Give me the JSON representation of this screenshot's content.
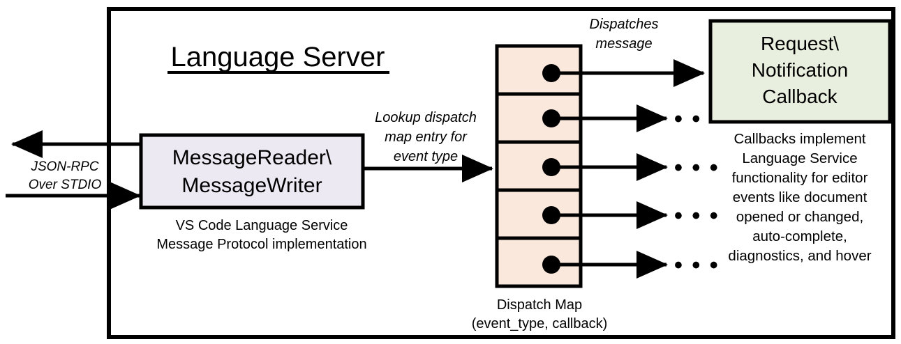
{
  "diagram": {
    "title": "Language Server",
    "outer_frame": {
      "name": "language-server-boundary"
    },
    "colors": {
      "reader_box_fill": "#ece9f2",
      "dispatch_cell_fill": "#fbe8dc",
      "callback_box_fill": "#e9efdf",
      "stroke": "#000000",
      "background": "#ffffff"
    },
    "transport": {
      "label_line1": "JSON-RPC",
      "label_line2": "Over STDIO",
      "outbound_arrow_name": "jsonrpc-outbound-arrow",
      "inbound_arrow_name": "jsonrpc-inbound-arrow"
    },
    "reader_box": {
      "line1": "MessageReader\\",
      "line2": "MessageWriter",
      "caption_line1": "VS Code Language Service",
      "caption_line2": "Message Protocol implementation"
    },
    "lookup_label": {
      "line1": "Lookup dispatch",
      "line2": "map entry for",
      "line3": "event type"
    },
    "dispatch_map": {
      "caption_line1": "Dispatch Map",
      "caption_line2": "(event_type, callback)",
      "rows": [
        {
          "index": 0,
          "has_callback_box": true,
          "ellipsis": ""
        },
        {
          "index": 1,
          "has_callback_box": false,
          "ellipsis": "• • •"
        },
        {
          "index": 2,
          "has_callback_box": false,
          "ellipsis": "• • •"
        },
        {
          "index": 3,
          "has_callback_box": false,
          "ellipsis": "• • •"
        },
        {
          "index": 4,
          "has_callback_box": false,
          "ellipsis": "• • •"
        }
      ]
    },
    "dispatch_label": {
      "line1": "Dispatches",
      "line2": "message"
    },
    "callback_box": {
      "line1": "Request\\",
      "line2": "Notification",
      "line3": "Callback",
      "caption_lines": [
        "Callbacks implement",
        "Language Service",
        "functionality for editor",
        "events like document",
        "opened or changed,",
        "auto-complete,",
        "diagnostics, and hover"
      ]
    }
  }
}
